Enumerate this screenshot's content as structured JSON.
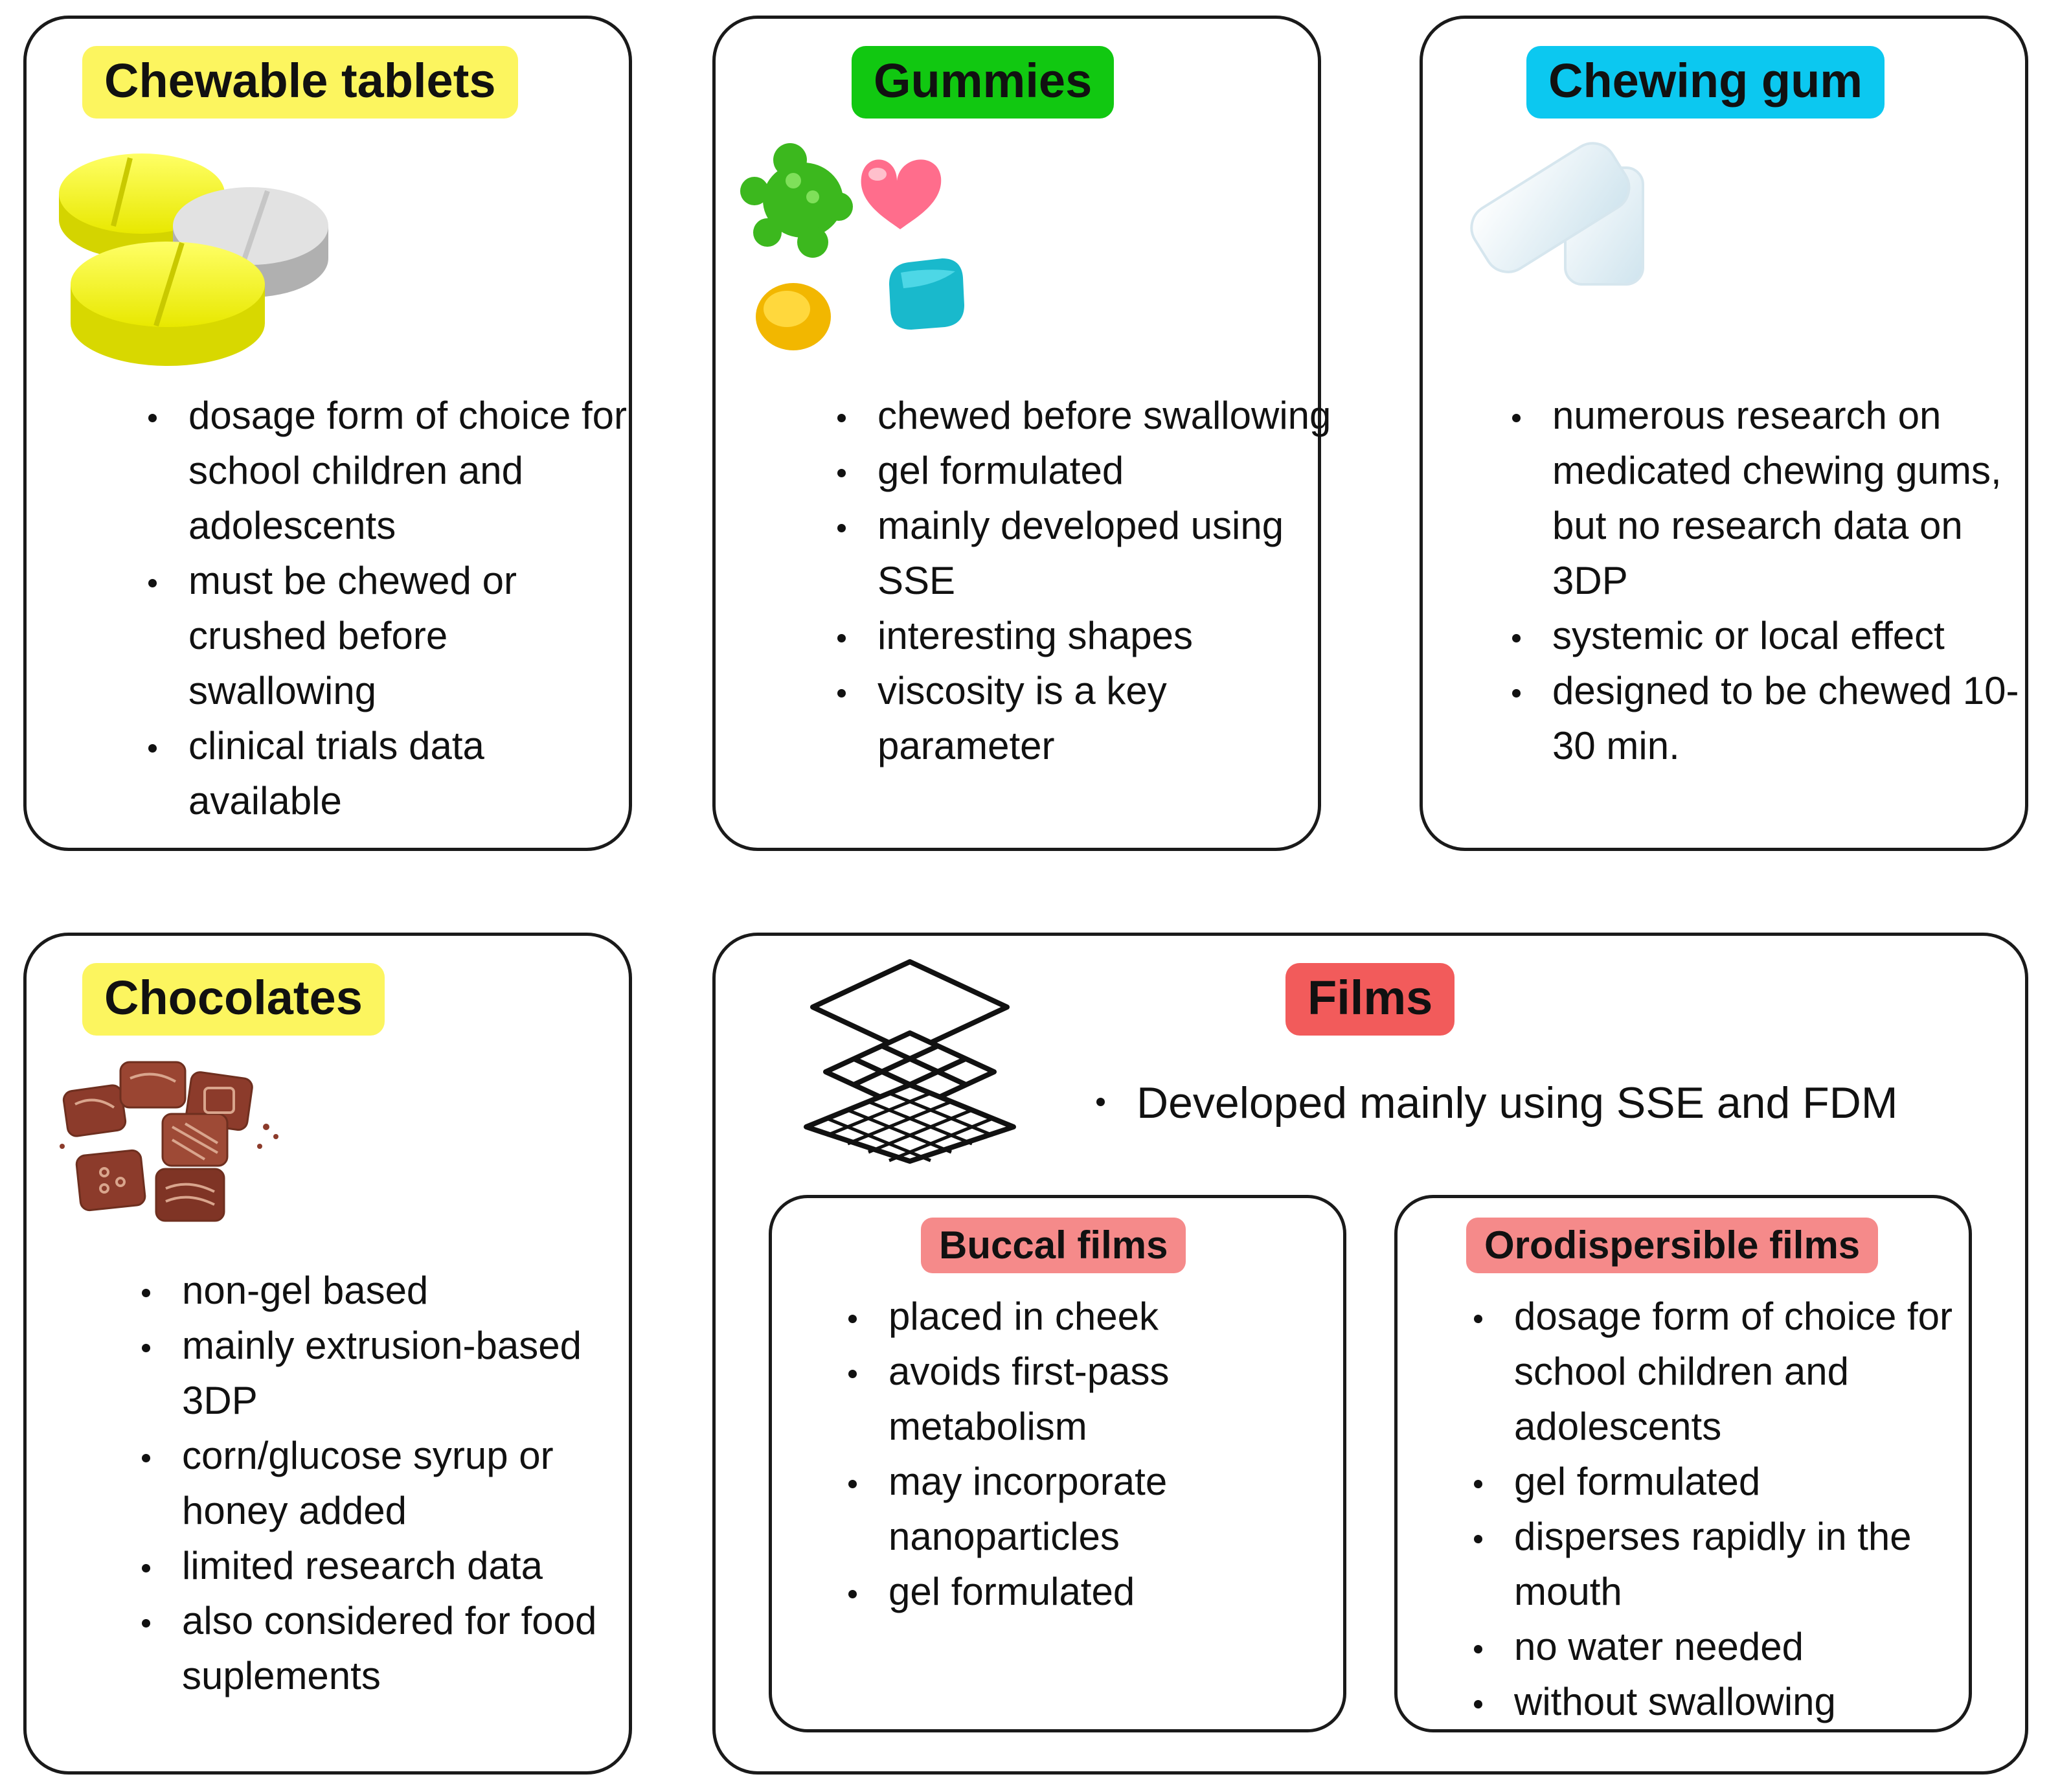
{
  "colors": {
    "yellow_tag": "#fcf55f",
    "green_tag": "#11c811",
    "cyan_tag": "#0cc8f0",
    "red_tag": "#f25b5b",
    "pink_tag": "#f58a8a",
    "border": "#1a1a1a"
  },
  "cards": {
    "chewable": {
      "title": "Chewable tablets",
      "icon": "chewable-tablets-icon",
      "bullets": [
        "dosage form of choice for school children and adolescents",
        "must be chewed or crushed before swallowing",
        "clinical trials data available"
      ]
    },
    "gummies": {
      "title": "Gummies",
      "icon": "gummies-icon",
      "bullets": [
        "chewed before swallowing",
        "gel formulated",
        "mainly developed using SSE",
        "interesting shapes",
        "viscosity is a key parameter"
      ]
    },
    "gum": {
      "title": "Chewing gum",
      "icon": "chewing-gum-icon",
      "bullets": [
        "numerous research on medicated chewing gums, but no research data on 3DP",
        "systemic or local effect",
        "designed to be chewed 10-30 min."
      ]
    },
    "chocolates": {
      "title": "Chocolates",
      "icon": "chocolates-icon",
      "bullets": [
        "non-gel based",
        "mainly extrusion-based 3DP",
        "corn/glucose syrup or honey added",
        "limited research data",
        "also considered for food suplements"
      ]
    },
    "films": {
      "title": "Films",
      "icon": "layered-films-icon",
      "bullet": "Developed mainly using SSE and FDM",
      "buccal": {
        "title": "Buccal films",
        "bullets": [
          "placed in cheek",
          "avoids first-pass metabolism",
          "may incorporate nanoparticles",
          "gel formulated"
        ]
      },
      "orodispersible": {
        "title": "Orodispersible films",
        "bullets": [
          "dosage form of choice for school children and adolescents",
          "gel formulated",
          "disperses rapidly in the mouth",
          "no water needed",
          "without swallowing"
        ]
      }
    }
  }
}
